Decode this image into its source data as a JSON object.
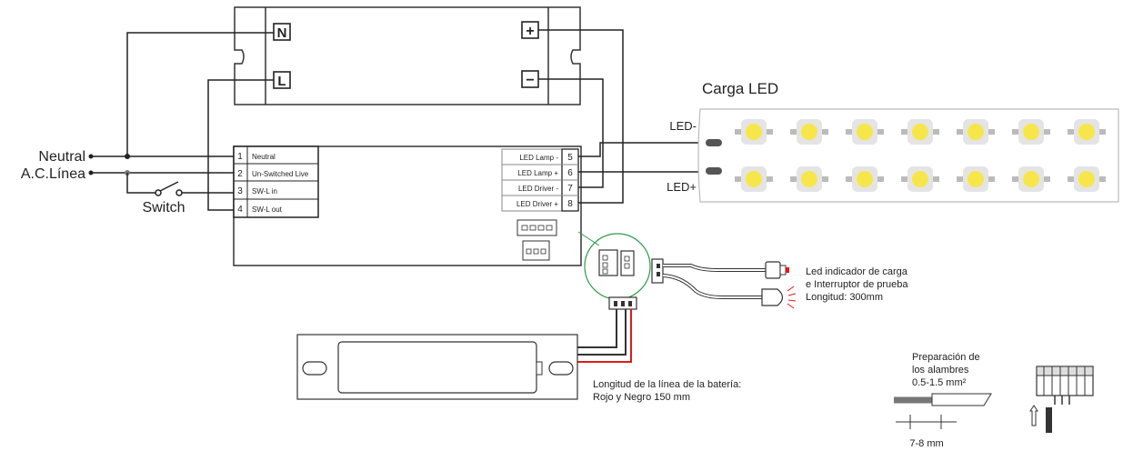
{
  "driver": {
    "inputs": [
      "N",
      "L"
    ],
    "outputs": [
      "+",
      "−"
    ]
  },
  "mains": {
    "neutral": "Neutral",
    "line": "A.C.Línea",
    "switch": "Switch"
  },
  "module_left_terminals": [
    {
      "num": "1",
      "label": "Neutral"
    },
    {
      "num": "2",
      "label": "Un-Switched Live"
    },
    {
      "num": "3",
      "label": "SW-L  in"
    },
    {
      "num": "4",
      "label": "SW-L  out"
    }
  ],
  "module_right_terminals": [
    {
      "label": "LED Lamp -",
      "num": "5"
    },
    {
      "label": "LED Lamp +",
      "num": "6"
    },
    {
      "label": "LED Driver -",
      "num": "7"
    },
    {
      "label": "LED Driver +",
      "num": "8"
    }
  ],
  "led_load": {
    "title": "Carga LED",
    "minus": "LED-",
    "plus": "LED+",
    "leds_per_row": 7,
    "led_color": "#f7e64a"
  },
  "indicator": {
    "line1": "Led indicador de carga",
    "line2": "e Interruptor de prueba",
    "line3": "Longitud: 300mm"
  },
  "battery": {
    "line1": "Longitud de la línea de la batería:",
    "line2": "Rojo y Negro 150 mm"
  },
  "wire_prep": {
    "line1": "Preparación de",
    "line2": "los alambres",
    "line3": "0.5-1.5 mm²",
    "strip": "7-8 mm"
  },
  "colors": {
    "wire_red": "#e0191a",
    "connector_circle": "#2e9b48",
    "led_red": "#e0191a"
  }
}
